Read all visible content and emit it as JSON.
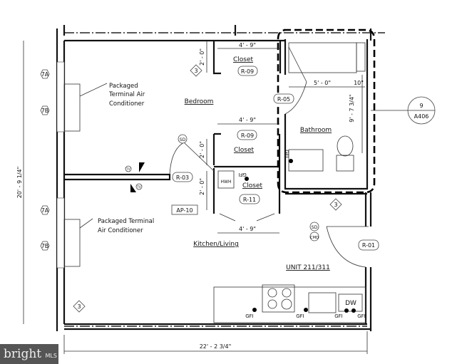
{
  "rooms": {
    "bedroom": "Bedroom",
    "bathroom": "Bathroom",
    "closet_top": "Closet",
    "closet_mid": "Closet",
    "closet_low": "Closet",
    "kitchen": "Kitchen/Living",
    "unit": "UNIT 211/311"
  },
  "dimensions": {
    "overall_height": "20' - 9 1/4\"",
    "overall_width": "22' - 2 3/4\"",
    "closet_top_width": "4' - 9\"",
    "closet_mid_width": "4' - 9\"",
    "closet_low_width": "4' - 9\"",
    "closet_depth_1": "2' - 0\"",
    "closet_depth_2": "2' - 0\"",
    "closet_depth_3": "2' - 0\"",
    "bath_width": "5' - 0\"",
    "bath_offset": "10\"",
    "bath_length": "9' - 7 3/4\""
  },
  "tags": {
    "r09a": "R-09",
    "r09b": "R-09",
    "r05": "R-05",
    "r03": "R-03",
    "r11": "R-11",
    "r01": "R-01",
    "ap10": "AP-10",
    "hwh": "HWH",
    "dw": "DW",
    "sd1": "SD",
    "sd2": "SD",
    "cmd": "CMD",
    "tv1": "TV",
    "tv2": "TV",
    "d3a": "3",
    "d3b": "3",
    "d3c": "3",
    "w7a1": "7A",
    "w7b1": "7B",
    "w7a2": "7A",
    "w7b2": "7B",
    "sec_num": "9",
    "sec_sheet": "A406"
  },
  "gfi": [
    "GFI",
    "GFI",
    "GFI",
    "GFI",
    "GFI",
    "GFI"
  ],
  "notes": {
    "ptac1": [
      "Packaged",
      "Terminal Air",
      "Conditioner"
    ],
    "ptac2": [
      "Packaged Terminal",
      "Air Conditioner"
    ]
  },
  "logo": {
    "brand": "bright",
    "suffix": "MLS"
  }
}
